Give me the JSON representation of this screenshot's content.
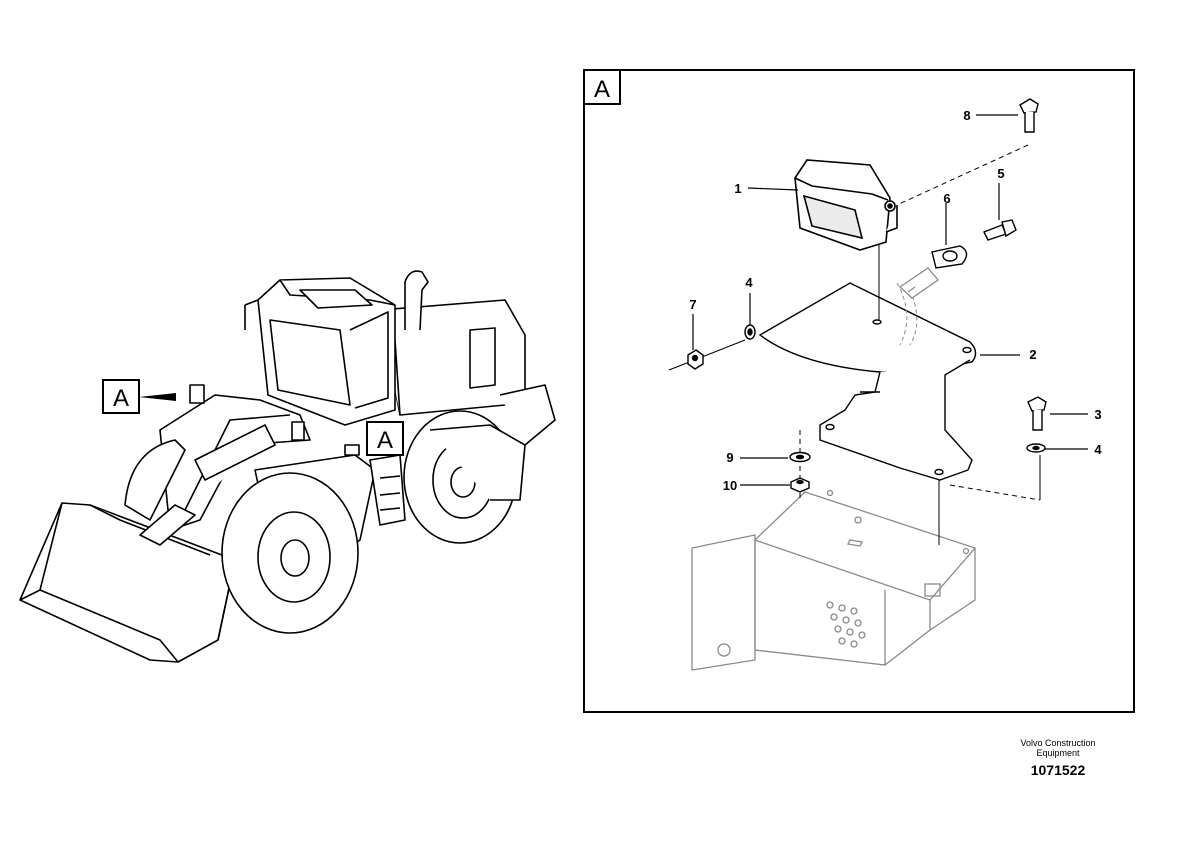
{
  "overview": {
    "view_marker_left": "A",
    "view_marker_center": "A"
  },
  "detail": {
    "view_label": "A",
    "callouts": {
      "c1": "1",
      "c2": "2",
      "c3": "3",
      "c4a": "4",
      "c4b": "4",
      "c5": "5",
      "c6": "6",
      "c7": "7",
      "c8": "8",
      "c9": "9",
      "c10": "10"
    }
  },
  "footer": {
    "maker_line1": "Volvo Construction",
    "maker_line2": "Equipment",
    "document_number": "1071522"
  },
  "colors": {
    "ink": "#000000",
    "faint": "#8a8a8a",
    "background": "#ffffff"
  }
}
